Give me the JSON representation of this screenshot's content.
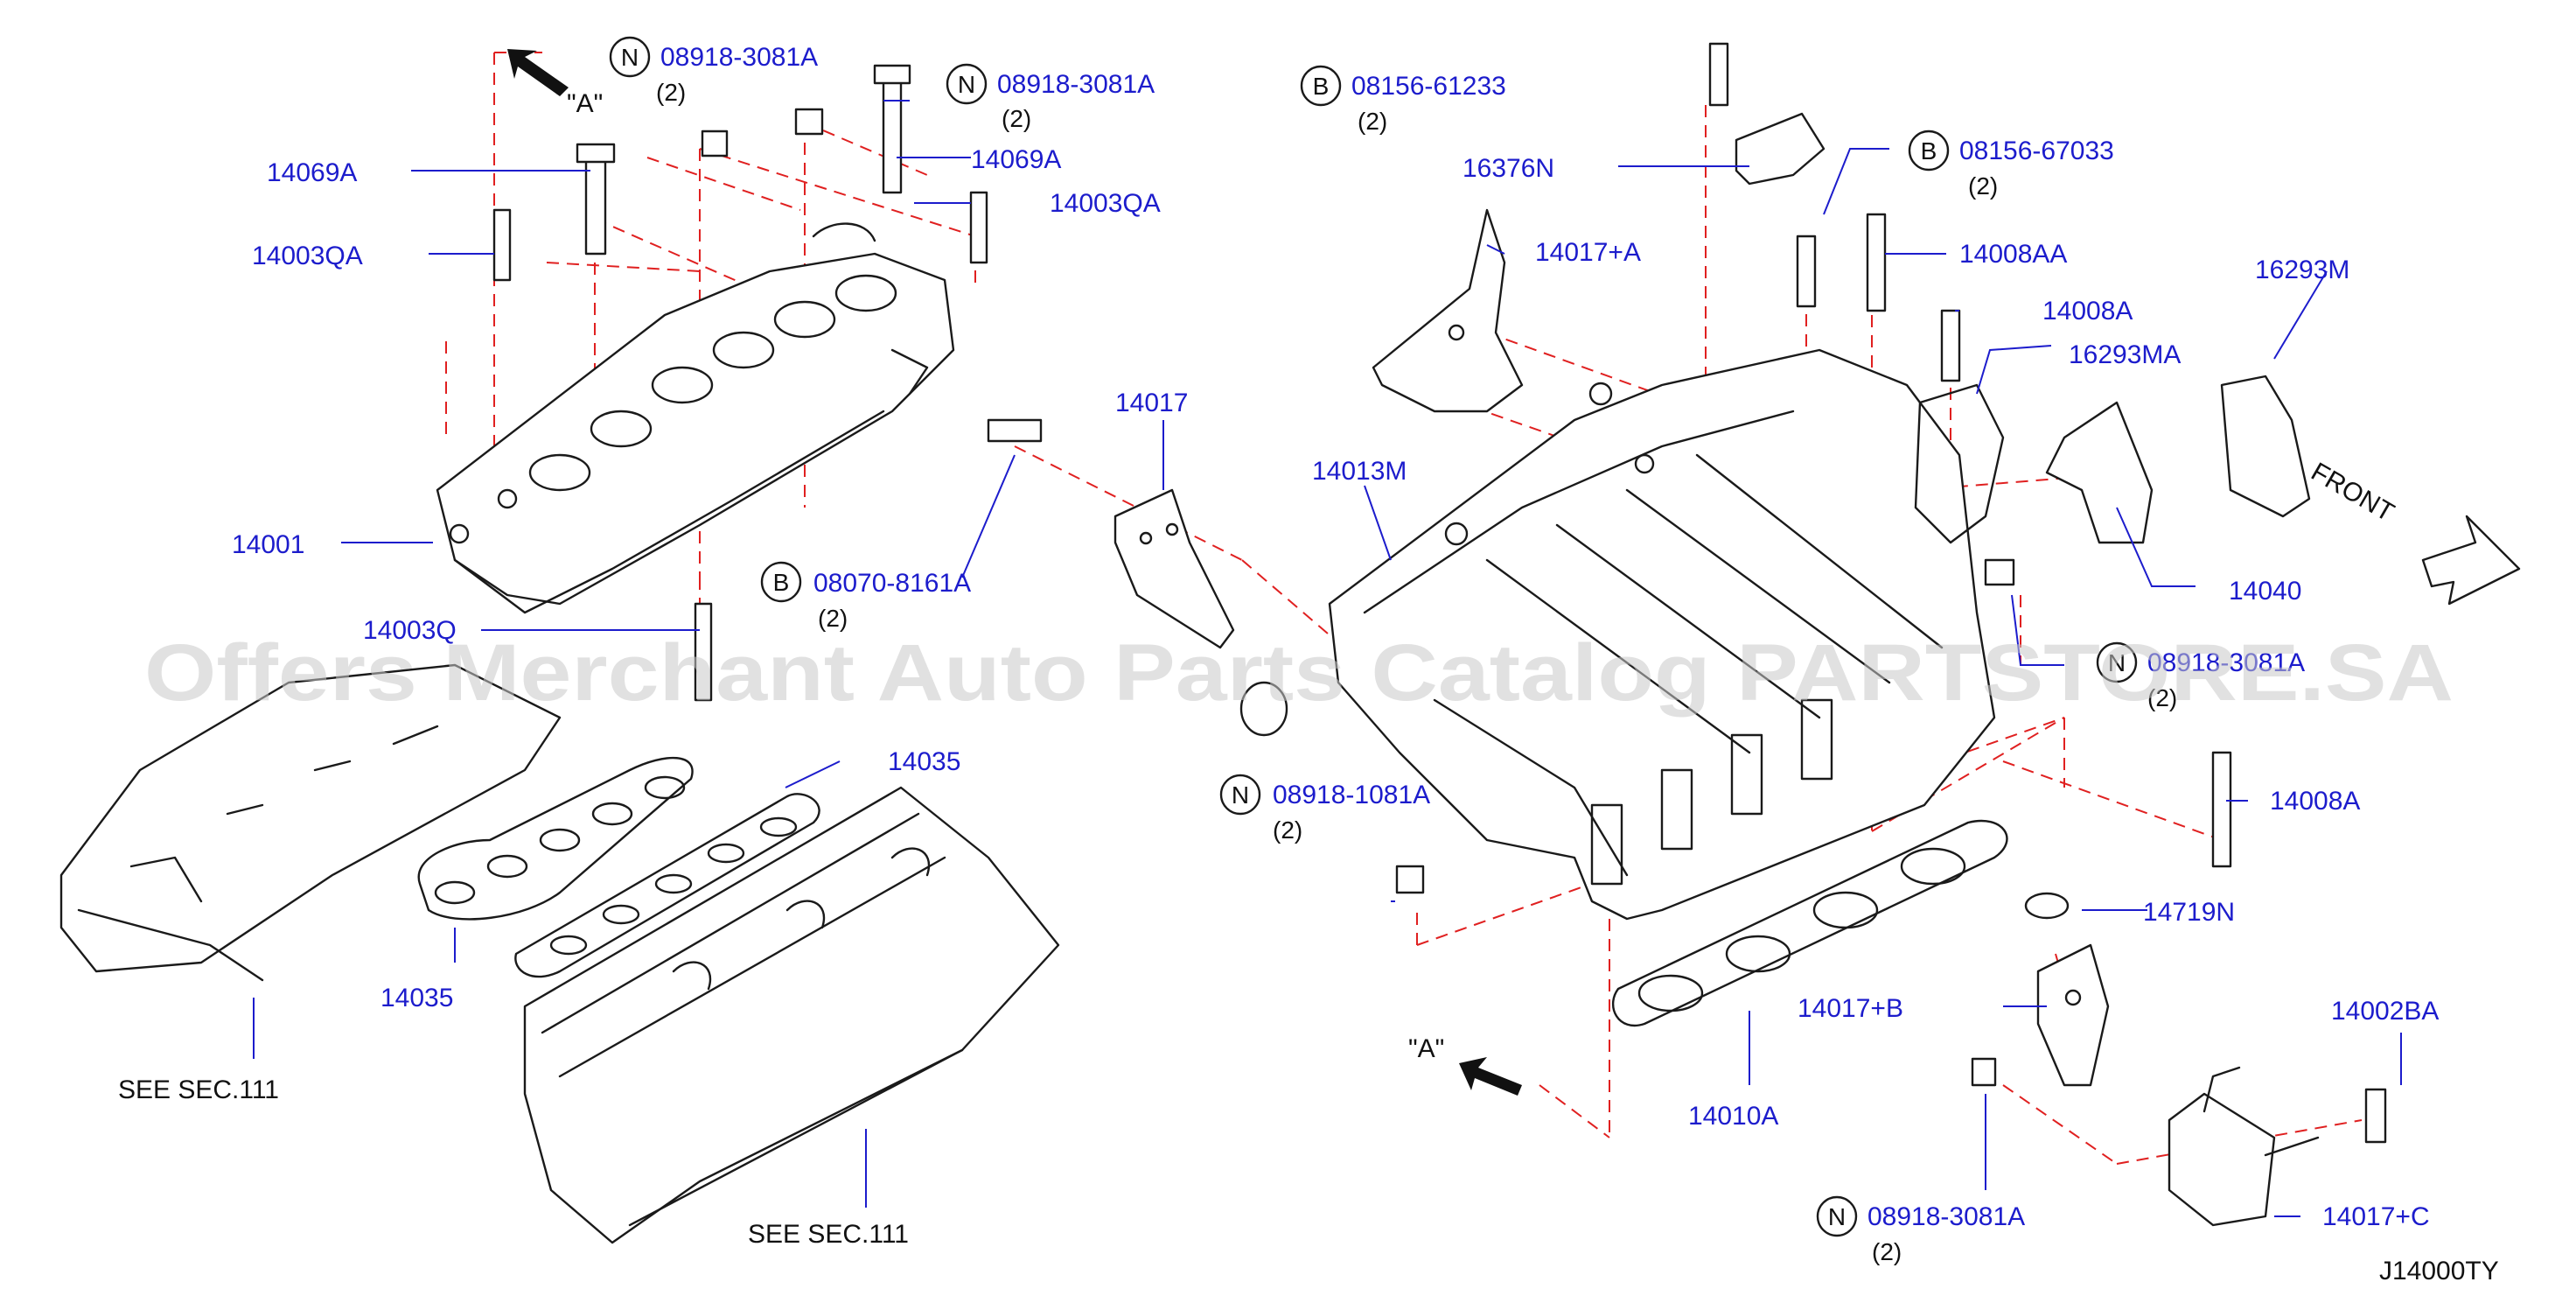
{
  "diagram_code": "J14000TY",
  "watermark": "Offers Merchant Auto Parts Catalog PARTSTORE.SA",
  "front_label": "FRONT",
  "view_a_label": "\"A\"",
  "section_refs": [
    "SEE  SEC.111",
    "SEE  SEC.111"
  ],
  "labels": {
    "n_08918_3081A_a": "08918-3081A",
    "n_08918_3081A_a_qty": "(2)",
    "n_08918_3081A_b": "08918-3081A",
    "n_08918_3081A_b_qty": "(2)",
    "p14069A_a": "14069A",
    "p14069A_b": "14069A",
    "p14003QA_a": "14003QA",
    "p14003QA_b": "14003QA",
    "p14001": "14001",
    "p14003Q": "14003Q",
    "p14035_a": "14035",
    "p14035_b": "14035",
    "b_08070_8161A": "08070-8161A",
    "b_08070_8161A_qty": "(2)",
    "p14017": "14017",
    "b_08156_61233": "08156-61233",
    "b_08156_61233_qty": "(2)",
    "p16376N": "16376N",
    "p14017A": "14017+A",
    "b_08156_67033": "08156-67033",
    "b_08156_67033_qty": "(2)",
    "p14008AA": "14008AA",
    "p16293M": "16293M",
    "p14008A_a": "14008A",
    "p16293MA": "16293MA",
    "p14013M": "14013M",
    "p14040": "14040",
    "n_08918_3081A_c": "08918-3081A",
    "n_08918_3081A_c_qty": "(2)",
    "n_08918_1081A": "08918-1081A",
    "n_08918_1081A_qty": "(2)",
    "p14008A_b": "14008A",
    "p14719N": "14719N",
    "p14017B": "14017+B",
    "p14010A": "14010A",
    "p14002BA": "14002BA",
    "n_08918_3081A_d": "08918-3081A",
    "n_08918_3081A_d_qty": "(2)",
    "p14017C": "14017+C"
  },
  "circle_letters": {
    "n": "N",
    "b": "B"
  },
  "colors": {
    "part_number": "#1c1ccc",
    "leader": "#1c1ccc",
    "dashed_centerline": "#e02020",
    "linework": "#1a1a1a"
  }
}
